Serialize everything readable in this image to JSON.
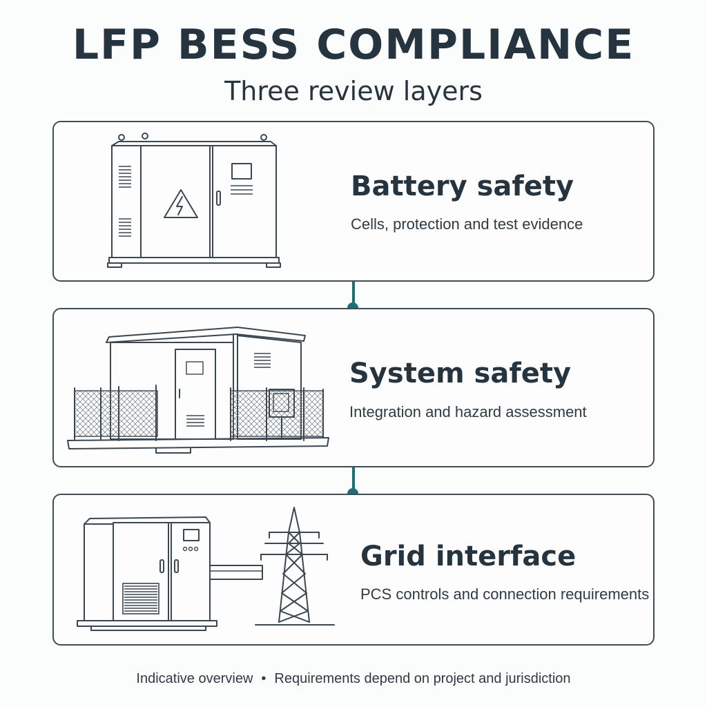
{
  "header": {
    "title": "LFP BESS COMPLIANCE",
    "subtitle": "Three review layers"
  },
  "layers": [
    {
      "heading": "Battery safety",
      "description": "Cells, protection and test evidence",
      "icon": "battery-container-icon"
    },
    {
      "heading": "System safety",
      "description": "Integration and hazard assessment",
      "icon": "fenced-enclosure-icon"
    },
    {
      "heading": "Grid interface",
      "description": "PCS controls and connection requirements",
      "icon": "pcs-transmission-tower-icon"
    }
  ],
  "footer": {
    "left": "Indicative overview",
    "separator": "•",
    "right": "Requirements depend on project and jurisdiction"
  },
  "colors": {
    "accent": "#1b6f78",
    "ink": "#26343f",
    "border": "#3e4c56"
  }
}
